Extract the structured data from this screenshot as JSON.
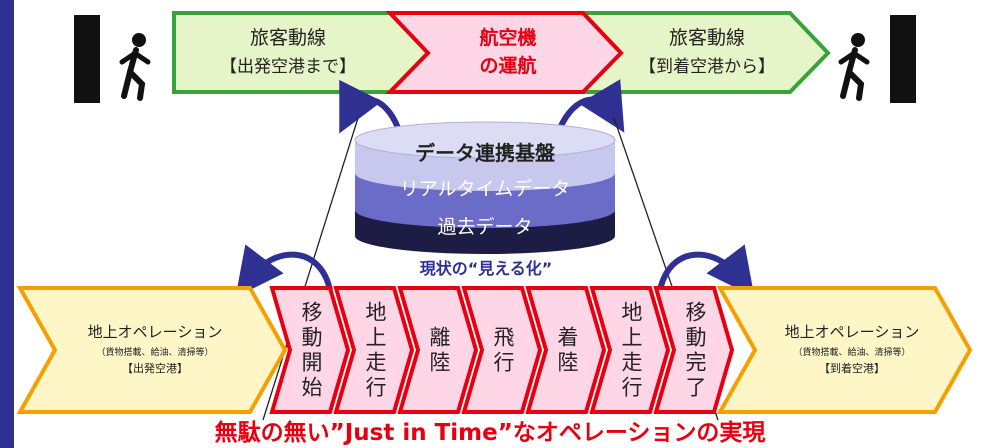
{
  "top_flow": {
    "left": {
      "line1": "旅客動線",
      "line2": "【出発空港まで】"
    },
    "center": {
      "line1": "航空機",
      "line2": "の運航"
    },
    "right": {
      "line1": "旅客動線",
      "line2": "【到着空港から】"
    }
  },
  "database": {
    "title": "データ連携基盤",
    "realtime": "リアルタイムデータ",
    "past": "過去データ"
  },
  "visualization_label": "現状の“見える化”",
  "ground_ops": {
    "left": {
      "title": "地上オペレーション",
      "sub": "（貨物搭載、給油、清掃等）",
      "airport": "【出発空港】"
    },
    "right": {
      "title": "地上オペレーション",
      "sub": "（貨物搭載、給油、清掃等）",
      "airport": "【到着空港】"
    }
  },
  "steps": [
    {
      "chars": [
        "移",
        "動",
        "開",
        "始"
      ]
    },
    {
      "chars": [
        "地",
        "上",
        "走",
        "行"
      ]
    },
    {
      "chars": [
        "離",
        "陸"
      ]
    },
    {
      "chars": [
        "飛",
        "行"
      ]
    },
    {
      "chars": [
        "着",
        "陸"
      ]
    },
    {
      "chars": [
        "地",
        "上",
        "走",
        "行"
      ]
    },
    {
      "chars": [
        "移",
        "動",
        "完",
        "了"
      ]
    }
  ],
  "bottom_caption": "無駄の無い”Just in Time”なオペレーションの実現",
  "colors": {
    "green_fill": "#e6f5c8",
    "green_stroke": "#3aa23a",
    "pink_fill": "#ffd6e6",
    "red_stroke": "#e60012",
    "yellow_fill": "#fff6c8",
    "orange_stroke": "#f5a000",
    "navy": "#2e3192",
    "lavender": "#c8c8ee",
    "mid_purple": "#6b6bc8",
    "dark_navy": "#1c1c44"
  }
}
